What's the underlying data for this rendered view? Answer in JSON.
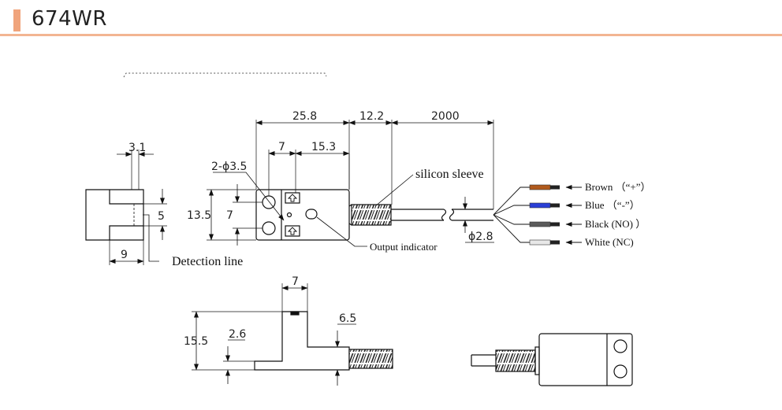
{
  "title": "674WR",
  "dimensions": {
    "length_body": "25.8",
    "length_sleeve": "12.2",
    "length_cable": "2000",
    "slot_width": "3.1",
    "side_width": "9",
    "slot_depth": "5",
    "hole_spacing": "7",
    "hole_offset": "15.3",
    "holes_label": "2-ϕ3.5",
    "height_body": "13.5",
    "height_inner": "7",
    "cable_diameter": "ϕ2.8",
    "front_top": "7",
    "front_height": "15.5",
    "front_base": "2.6",
    "front_step": "6.5"
  },
  "labels": {
    "detection_line": "Detection line",
    "silicon_sleeve": "silicon sleeve",
    "output_indicator": "Output indicator"
  },
  "wires": [
    {
      "name": "Brown",
      "mark": "（“+”）",
      "color": "#b05a1c"
    },
    {
      "name": "Blue",
      "mark": "（“-”）",
      "color": "#2a3fd6"
    },
    {
      "name": "Black (NO)",
      "mark": "）",
      "color": "#5a5a5a"
    },
    {
      "name": "White (NC)",
      "mark": "",
      "color": "#e8e8e8"
    }
  ],
  "colors": {
    "accent": "#f0a47c"
  }
}
